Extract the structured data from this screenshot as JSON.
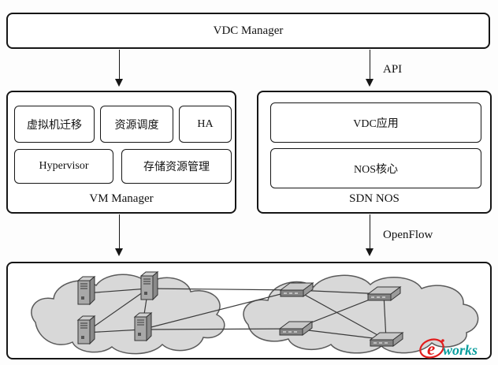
{
  "header": {
    "title": "VDC Manager"
  },
  "connections": {
    "api_label": "API",
    "openflow_label": "OpenFlow"
  },
  "vm_manager": {
    "label": "VM Manager",
    "modules_row1": [
      "虚拟机迁移",
      "资源调度",
      "HA"
    ],
    "modules_row2": [
      "Hypervisor",
      "存储资源管理"
    ]
  },
  "sdn_nos": {
    "label": "SDN NOS",
    "modules": [
      "VDC应用",
      "NOS核心"
    ]
  },
  "infrastructure": {
    "left_cloud_icon": "server-tower-icon",
    "right_cloud_icon": "network-switch-icon"
  },
  "logo": {
    "e": "e",
    "works": "works"
  },
  "colors": {
    "border": "#161616",
    "cloud_fill": "#d8d8d8",
    "logo_red": "#e11d1d",
    "logo_teal": "#0a9e9e"
  }
}
